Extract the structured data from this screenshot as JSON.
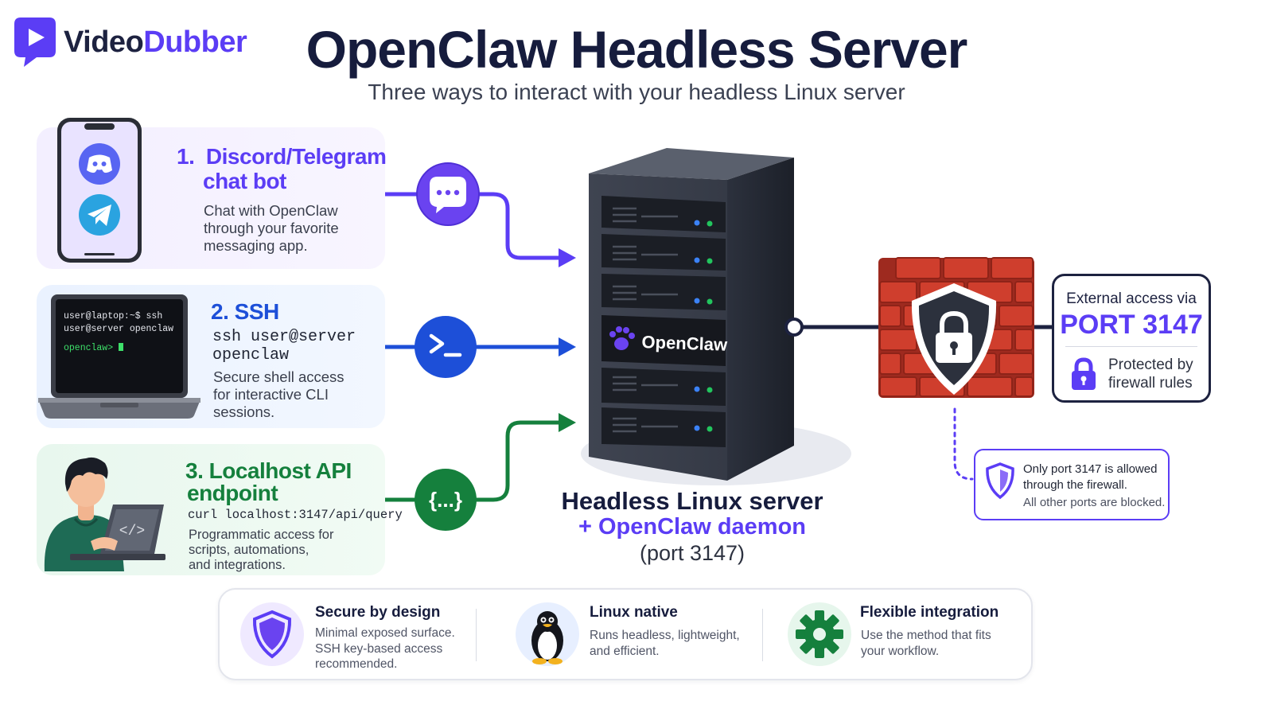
{
  "brand": {
    "part1": "Video",
    "part2": "Dubber"
  },
  "header": {
    "title": "OpenClaw Headless Server",
    "subtitle": "Three ways to interact with your headless Linux server"
  },
  "methods": [
    {
      "number": "1.",
      "title_line1": "Discord/Telegram",
      "title_line2": "chat bot",
      "desc": [
        "Chat with OpenClaw",
        "through your favorite",
        "messaging app."
      ],
      "color": "#5b3df5"
    },
    {
      "number": "2.",
      "title": "SSH",
      "code": [
        "ssh user@server",
        "openclaw"
      ],
      "desc": [
        "Secure shell access",
        "for interactive CLI",
        "sessions."
      ],
      "terminal": [
        "user@laptop:~$ ssh",
        "user@server openclaw",
        "openclaw> "
      ],
      "color": "#1d4fd8"
    },
    {
      "number": "3.",
      "title_line1": "Localhost API",
      "title_line2": "endpoint",
      "code": "curl localhost:3147/api/query",
      "desc": [
        "Programmatic access for",
        "scripts, automations,",
        "and integrations."
      ],
      "color": "#15803d"
    }
  ],
  "connectors": {
    "chat_icon": "chat-bubble-icon",
    "terminal_icon": "terminal-prompt-icon",
    "api_icon": "curly-braces-icon",
    "api_glyph": "{...}"
  },
  "server": {
    "logo_text": "OpenClaw",
    "label_line1": "Headless Linux server",
    "label_line2": "+ OpenClaw daemon",
    "label_line3": "(port 3147)"
  },
  "external": {
    "line1": "External access via",
    "port": "PORT 3147",
    "protected": [
      "Protected by",
      "firewall rules"
    ]
  },
  "firewall_note": {
    "title": [
      "Only port 3147 is allowed",
      "through the firewall."
    ],
    "subtitle": "All other ports are blocked."
  },
  "features": [
    {
      "title": "Secure by design",
      "desc": [
        "Minimal exposed surface.",
        "SSH key-based access",
        "recommended."
      ],
      "icon": "shield-icon"
    },
    {
      "title": "Linux native",
      "desc": [
        "Runs headless, lightweight,",
        "and efficient."
      ],
      "icon": "penguin-icon"
    },
    {
      "title": "Flexible integration",
      "desc": [
        "Use the method that fits",
        "your workflow."
      ],
      "icon": "gear-icon"
    }
  ],
  "colors": {
    "purple": "#5b3df5",
    "blue": "#1d4fd8",
    "green": "#15803d",
    "navy": "#161c3d",
    "firewall": "#c8392b"
  }
}
